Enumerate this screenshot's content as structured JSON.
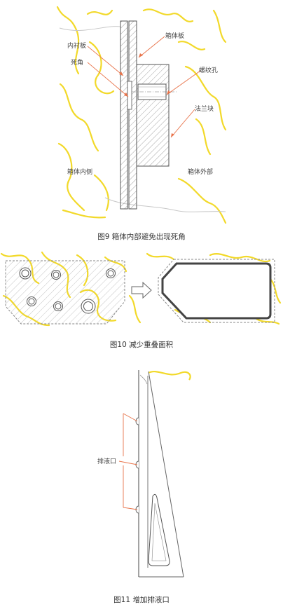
{
  "figures": [
    {
      "caption": "图9 箱体内部避免出现死角",
      "labels": {
        "inner_liner": "内衬板",
        "dead_corner": "死角",
        "box_plate": "箱体板",
        "thread_hole": "螺纹孔",
        "flange_block": "法兰块",
        "box_inside": "箱体内侧",
        "box_outside": "箱体外部"
      }
    },
    {
      "caption": "图10 减少重叠面积"
    },
    {
      "caption": "图11 增加排液口",
      "labels": {
        "drain_outlet": "排液口"
      }
    }
  ],
  "colors": {
    "background_lines": "#f2d92a",
    "leader": "#e8734a",
    "drawing": "#555555",
    "hatch": "#8a8a8a"
  }
}
